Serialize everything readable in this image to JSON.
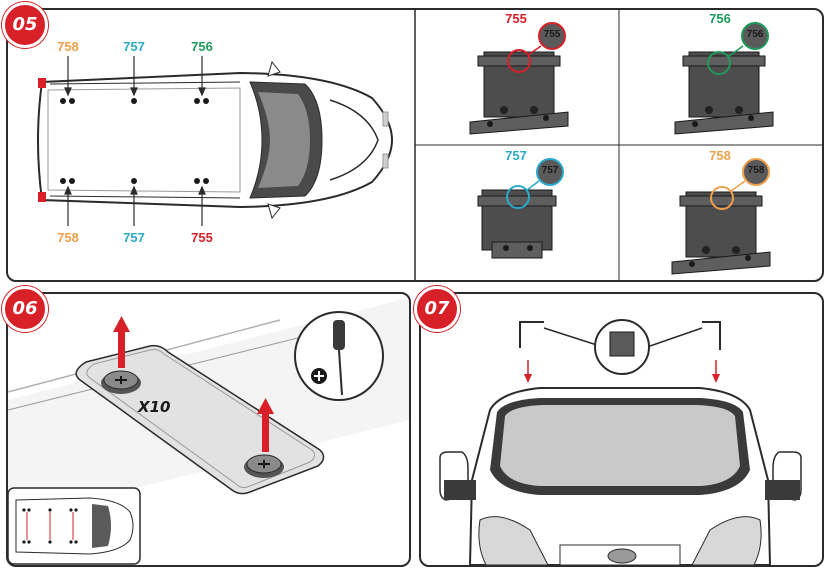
{
  "steps": [
    {
      "number": "05"
    },
    {
      "number": "06"
    },
    {
      "number": "07"
    }
  ],
  "step05": {
    "top_labels": [
      "758",
      "757",
      "756"
    ],
    "bottom_labels": [
      "758",
      "757",
      "755"
    ],
    "parts": [
      {
        "code": "755",
        "callout": "755",
        "color": "#d72028"
      },
      {
        "code": "756",
        "callout": "756",
        "color": "#1f9a5a"
      },
      {
        "code": "757",
        "callout": "757",
        "color": "#2aa9c9"
      },
      {
        "code": "758",
        "callout": "758",
        "color": "#f0a04b"
      }
    ]
  },
  "step06": {
    "quantity": "X10",
    "icon": "phillips-screwdriver-icon",
    "arrow_color": "#d72028"
  },
  "step07": {
    "arrow_color": "#d72028"
  }
}
